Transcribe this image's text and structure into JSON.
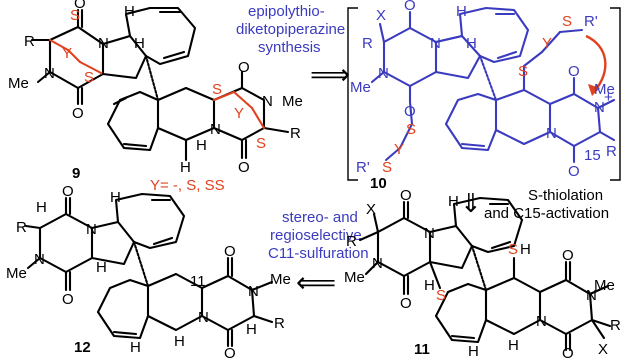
{
  "colors": {
    "black": "#000000",
    "blue": "#3b3bbf",
    "red": "#e0421f"
  },
  "compounds": {
    "c9": {
      "number": "9",
      "atoms": {
        "R1": "R",
        "S1": "S",
        "S2": "S",
        "S3": "S",
        "S4": "S",
        "Y1": "Y",
        "Y2": "Y",
        "N1": "N",
        "N2": "N",
        "N3": "N",
        "N4": "N",
        "Me1": "Me",
        "Me2": "Me",
        "O1": "O",
        "O2": "O",
        "O3": "O",
        "O4": "O",
        "H1": "H",
        "H2": "H",
        "H3": "H",
        "H4": "H",
        "R2": "R"
      }
    },
    "c10": {
      "number": "10",
      "atoms": {
        "X1": "X",
        "R1": "R",
        "N1": "N",
        "N2": "N",
        "Me1": "Me",
        "O1": "O",
        "O2": "O",
        "S1": "S",
        "Y1": "Y",
        "S2": "S",
        "R3": "R'",
        "H1": "H",
        "H2": "H",
        "S3": "S",
        "Y2": "Y",
        "S4": "S",
        "R4": "R'",
        "N3": "N",
        "Me2": "Me",
        "N4": "N",
        "O3": "O",
        "O4": "O",
        "C15": "15",
        "R2": "R",
        "Nplus": "+"
      }
    },
    "c11": {
      "number": "11",
      "atoms": {
        "X1": "X",
        "R1": "R",
        "N1": "N",
        "N2": "N",
        "Me1": "Me",
        "O1": "O",
        "O2": "O",
        "S1": "S",
        "H1": "H",
        "H2": "H",
        "S2": "S",
        "H3": "H",
        "N3": "N",
        "N4": "N",
        "Me2": "Me",
        "O3": "O",
        "O4": "O",
        "X2": "X",
        "R2": "R",
        "H4": "H",
        "H5": "H"
      }
    },
    "c12": {
      "number": "12",
      "atoms": {
        "R1": "R",
        "N1": "N",
        "N2": "N",
        "Me1": "Me",
        "O1": "O",
        "O2": "O",
        "H1": "H",
        "H2": "H",
        "H3": "H",
        "C11": "11",
        "N3": "N",
        "N4": "N",
        "Me2": "Me",
        "O3": "O",
        "O4": "O",
        "R2": "R",
        "H4": "H",
        "H5": "H",
        "H6": "H"
      }
    }
  },
  "captions": {
    "epi_line1": "epipolythio-",
    "epi_line2": "diketopiperazine",
    "epi_line3": "synthesis",
    "y_def": "Y= -, S, SS",
    "thiolation_line1": "S-thiolation",
    "thiolation_line2": "and C15-activation",
    "sulfuration_line1": "stereo- and",
    "sulfuration_line2": "regioselective",
    "sulfuration_line3": "C11-sulfuration"
  },
  "arrows": {
    "arrow_10_to_9": "⟹",
    "arrow_10_to_11": "⇓",
    "arrow_11_to_12": "⟸"
  }
}
